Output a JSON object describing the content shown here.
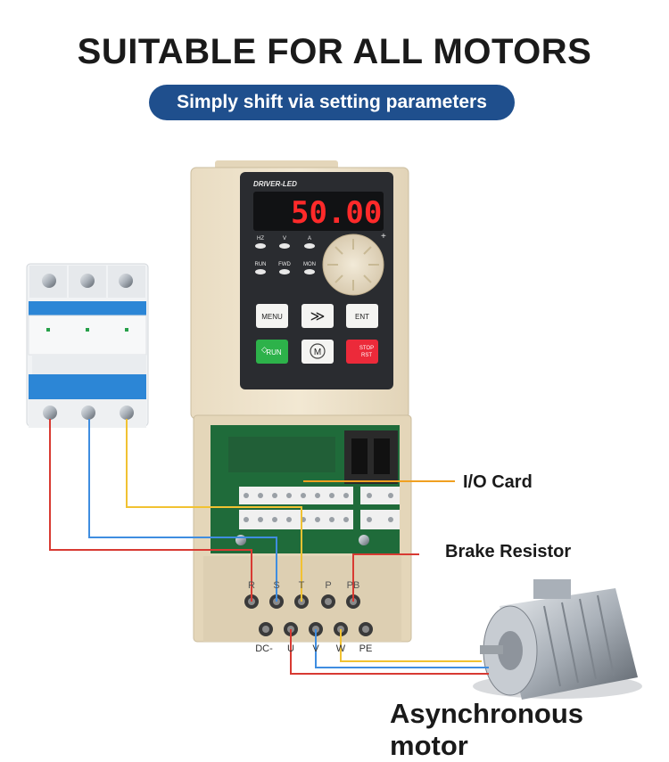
{
  "header": {
    "title": "SUITABLE FOR ALL MOTORS",
    "subtitle": "Simply shift via setting parameters"
  },
  "drive": {
    "brand": "DRIVER-LED",
    "display_value": "50.00",
    "indicators": [
      "HZ",
      "V",
      "A",
      "RUN",
      "FWD",
      "MON"
    ],
    "plus_sign": "+",
    "buttons": {
      "menu": "MENU",
      "shift": "≫",
      "enter": "ENT",
      "run": "RUN",
      "mode": "M",
      "stop_line1": "STOP",
      "stop_line2": "RST"
    },
    "input_terminals": [
      "R",
      "S",
      "T",
      "P",
      "PB"
    ],
    "output_terminals": [
      "DC-",
      "U",
      "V",
      "W",
      "PE"
    ]
  },
  "callouts": {
    "io_card": "I/O Card",
    "brake_resistor": "Brake Resistor",
    "motor": "Asynchronous motor"
  },
  "colors": {
    "accent_blue": "#1f4f8d",
    "wire_red": "#d83a32",
    "wire_blue": "#3f8de0",
    "wire_yellow": "#f1c232",
    "callout_orange": "#f0a020",
    "display_red": "#ff2a2a"
  }
}
